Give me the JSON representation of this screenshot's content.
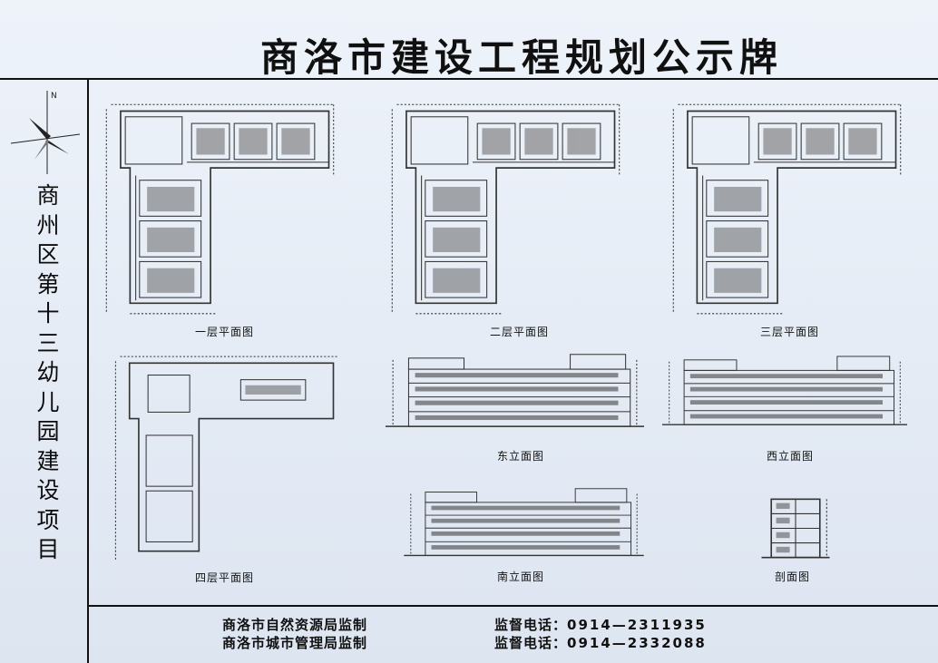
{
  "header": {
    "title": "商洛市建设工程规划公示牌"
  },
  "sidebar": {
    "project_name": "商州区第十三幼儿园建设项目"
  },
  "compass": {
    "icon": "north-arrow-icon"
  },
  "drawings": {
    "floor1": "一层平面图",
    "floor2": "二层平面图",
    "floor3": "三层平面图",
    "floor4": "四层平面图",
    "east": "东立面图",
    "west": "西立面图",
    "south": "南立面图",
    "section": "剖面图"
  },
  "footer": {
    "issuer1": "商洛市自然资源局监制",
    "issuer2": "商洛市城市管理局监制",
    "phone_label1": "监督电话：",
    "phone1": "0914—2311935",
    "phone_label2": "监督电话：",
    "phone2": "0914—2332088"
  },
  "colors": {
    "line": "#111111",
    "background": "#e4eaf4",
    "drawing": "#333333"
  }
}
